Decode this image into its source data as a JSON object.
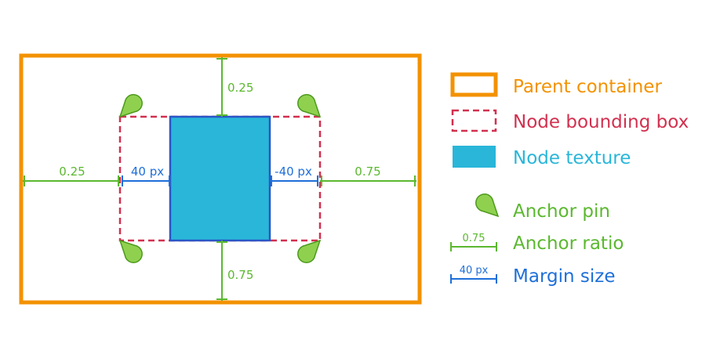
{
  "diagram": {
    "ratios": {
      "top": "0.25",
      "bottom": "0.75",
      "left": "0.25",
      "right": "0.75"
    },
    "margins": {
      "left": "40 px",
      "right": "-40 px"
    }
  },
  "legend": {
    "parent_container": "Parent container",
    "node_bounding_box": "Node bounding box",
    "node_texture": "Node texture",
    "anchor_pin": "Anchor pin",
    "anchor_ratio": "Anchor ratio",
    "anchor_ratio_sample": "0.75",
    "margin_size": "Margin size",
    "margin_size_sample": "40 px"
  },
  "colors": {
    "parent": "#f39200",
    "bounding_box": "#d2304f",
    "texture": "#29b6d9",
    "texture_border": "#2a56c6",
    "anchor": "#5bb82f",
    "anchor_fill": "#8fd14f",
    "margin": "#1e6fd9"
  },
  "icons": [
    "anchor-pin-icon",
    "anchor-ratio-icon",
    "margin-size-icon"
  ]
}
